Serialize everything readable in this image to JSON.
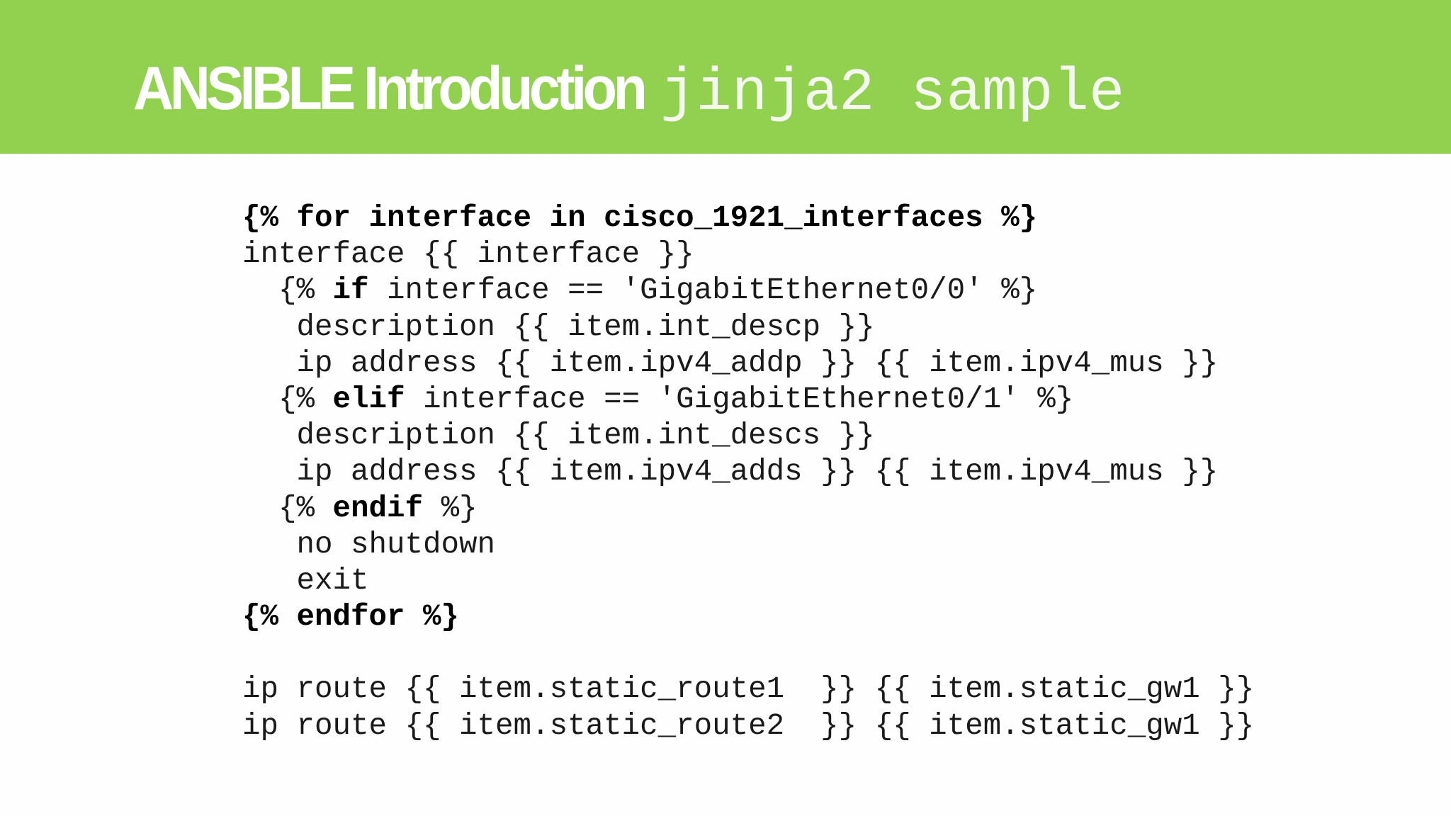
{
  "header": {
    "title_bold": "ANSIBLE Introduction",
    "title_mono": "jinja2 sample",
    "band_color": "#92d050"
  },
  "code": {
    "l1": "{% for interface in cisco_1921_interfaces %}",
    "l2": "interface {{ interface }}",
    "l3_pre": "  {% ",
    "l3_kw": "if",
    "l3_post": " interface == 'GigabitEthernet0/0' %}",
    "l4": "   description {{ item.int_descp }}",
    "l5": "   ip address {{ item.ipv4_addp }} {{ item.ipv4_mus }}",
    "l6_pre": "  {% ",
    "l6_kw": "elif",
    "l6_post": " interface == 'GigabitEthernet0/1' %}",
    "l7": "   description {{ item.int_descs }}",
    "l8": "   ip address {{ item.ipv4_adds }} {{ item.ipv4_mus }}",
    "l9_pre": "  {% ",
    "l9_kw": "endif",
    "l9_post": " %}",
    "l10": "   no shutdown",
    "l11": "   exit",
    "l12": "{% endfor %}",
    "l13": "",
    "l14": "ip route {{ item.static_route1  }} {{ item.static_gw1 }}",
    "l15": "ip route {{ item.static_route2  }} {{ item.static_gw1 }}"
  }
}
